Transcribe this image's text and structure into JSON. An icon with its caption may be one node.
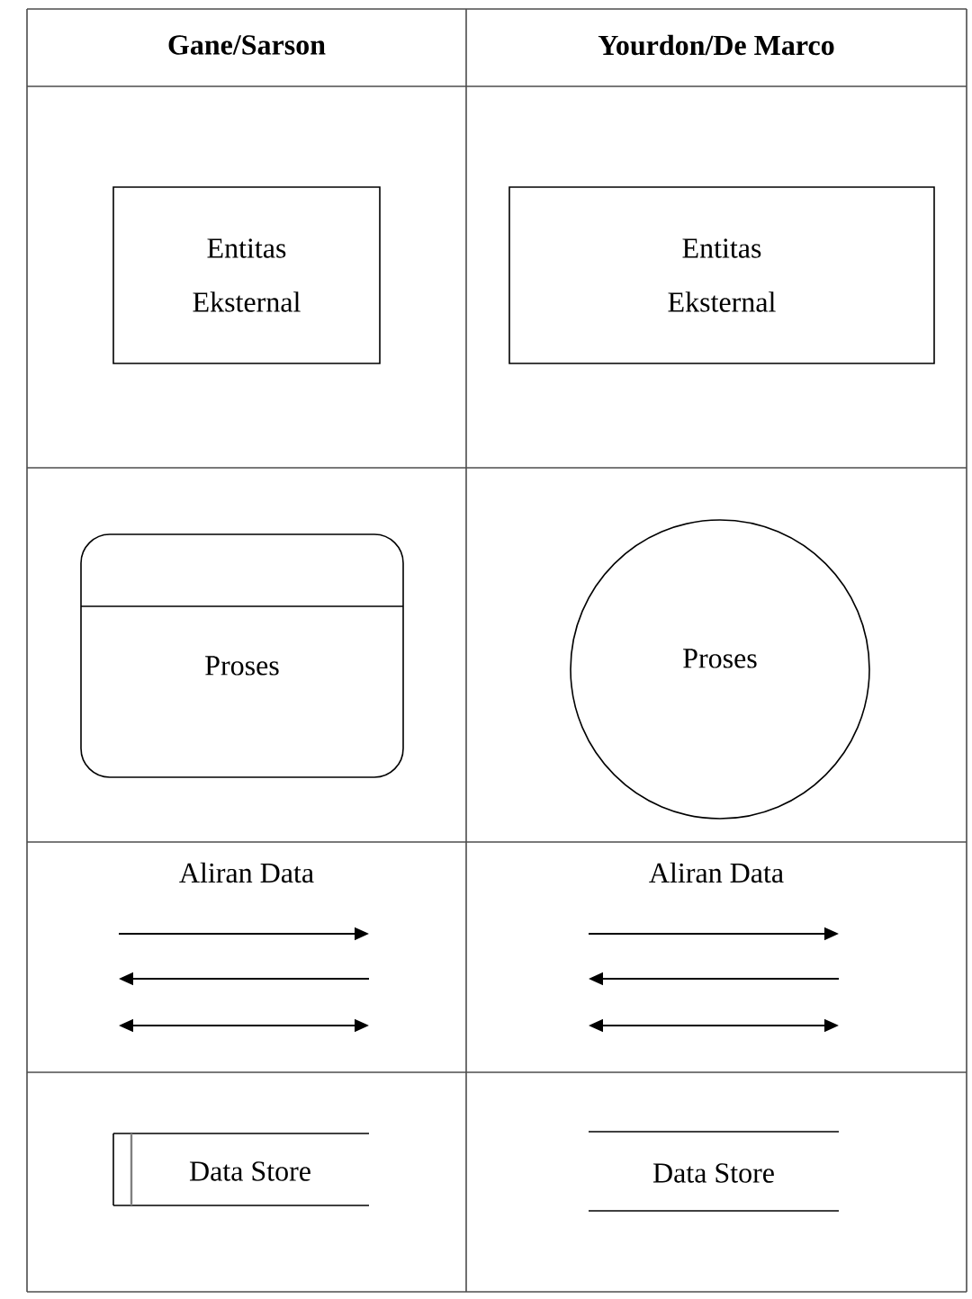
{
  "diagram": {
    "nodes": [
      {
        "text": [
          "Entitas Eksternal"
        ]
      },
      {
        "text": [
          "Entitas Eksternal"
        ]
      },
      {
        "text": [
          "Proses"
        ]
      },
      {
        "text": [
          "Proses"
        ]
      },
      {
        "text": [
          "Data Store"
        ]
      },
      {
        "text": [
          "Data Store"
        ]
      }
    ],
    "labels": [
      "Gane/Sarson",
      "Yourdon/De Marco",
      "Aliran Data",
      "Aliran Data"
    ]
  }
}
